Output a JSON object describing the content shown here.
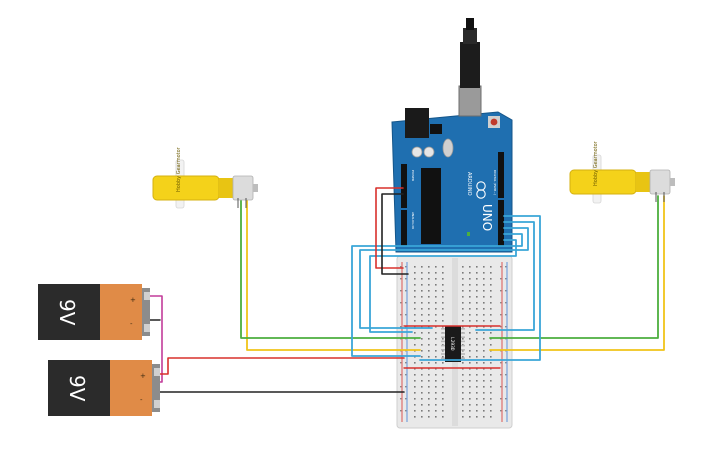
{
  "batteries": [
    {
      "label": "9V",
      "polarity_top": "+",
      "polarity_bottom": "-"
    },
    {
      "label": "9V",
      "polarity_top": "+",
      "polarity_bottom": "-"
    }
  ],
  "motors": [
    {
      "label": "Hobby Gearmotor"
    },
    {
      "label": "Hobby Gearmotor"
    }
  ],
  "arduino": {
    "brand": "ARDUINO",
    "model": "UNO",
    "analog_label": "ANALOG IN",
    "power_label": "POWER",
    "digital_label": "DIGITAL (PWM~)"
  },
  "driver_chip": {
    "label": "L293D"
  },
  "colors": {
    "wire_red": "#d8302c",
    "wire_black": "#222222",
    "wire_blue": "#3aa6d8",
    "wire_green": "#4caf3e",
    "wire_yellow": "#f0c419",
    "wire_magenta": "#c23c9a",
    "arduino_blue": "#1f6fb0",
    "battery_orange": "#e08b47",
    "battery_black": "#2b2b2b",
    "motor_yellow": "#f4d21a",
    "breadboard": "#e9e9e9"
  }
}
